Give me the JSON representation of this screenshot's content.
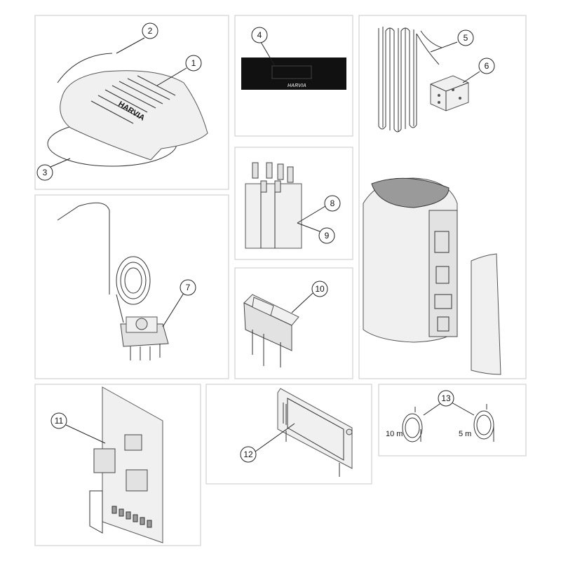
{
  "callouts": [
    {
      "id": "c1",
      "label": "1"
    },
    {
      "id": "c2",
      "label": "2"
    },
    {
      "id": "c3",
      "label": "3"
    },
    {
      "id": "c4",
      "label": "4"
    },
    {
      "id": "c5",
      "label": "5"
    },
    {
      "id": "c6",
      "label": "6"
    },
    {
      "id": "c7",
      "label": "7"
    },
    {
      "id": "c8",
      "label": "8"
    },
    {
      "id": "c9",
      "label": "9"
    },
    {
      "id": "c10",
      "label": "10"
    },
    {
      "id": "c11",
      "label": "11"
    },
    {
      "id": "c12",
      "label": "12"
    },
    {
      "id": "c13",
      "label": "13"
    }
  ],
  "parts": {
    "cover_brand": "HARVIA",
    "display_brand": "HARVIA",
    "cable_long": "10 m",
    "cable_short": "5 m"
  }
}
